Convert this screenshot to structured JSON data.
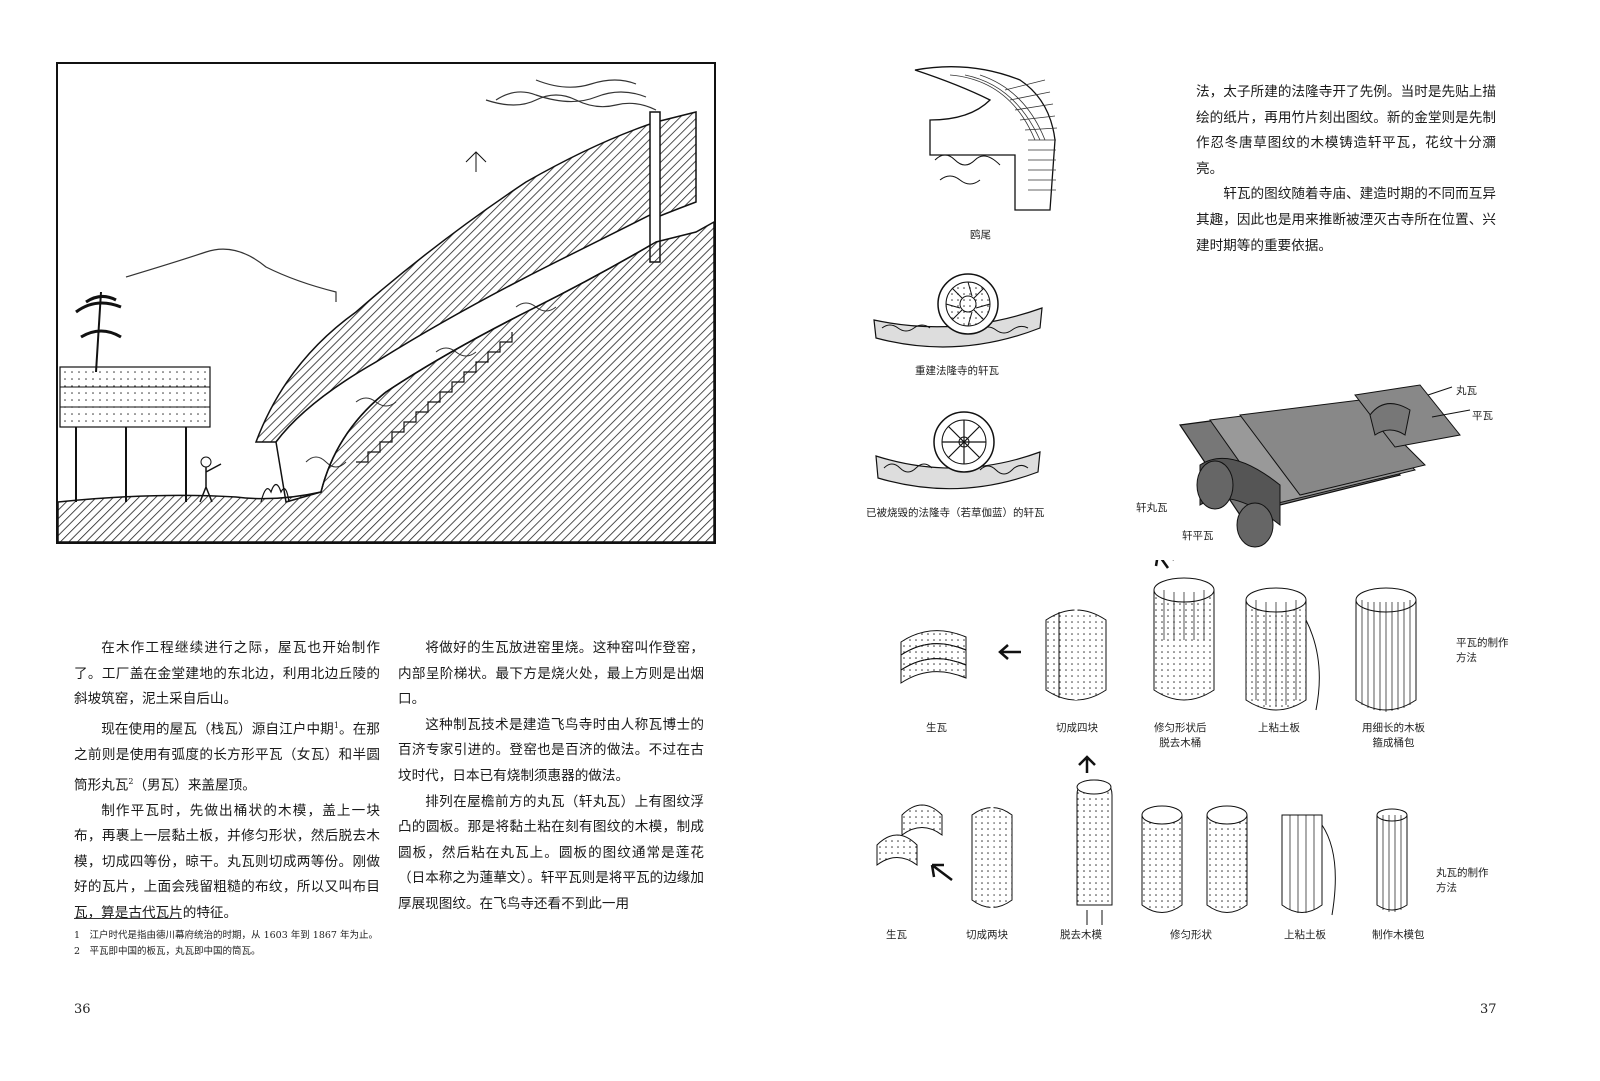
{
  "left_page": {
    "col1": [
      "在木作工程继续进行之际，屋瓦也开始制作了。工厂盖在金堂建地的东北边，利用北边丘陵的斜坡筑窑，泥土采自后山。",
      [
        "现在使用的屋瓦（栈瓦）源自江户中期",
        "1",
        "。在那之前则是使用有弧度的长方形平瓦（女瓦）和半圆筒形丸瓦",
        "2",
        "（男瓦）来盖屋顶。"
      ],
      "制作平瓦时，先做出桶状的木模，盖上一块布，再裹上一层黏土板，并修匀形状，然后脱去木模，切成四等份，晾干。丸瓦则切成两等份。刚做好的瓦片，上面会残留粗糙的布纹，所以又叫布目瓦，算是古代瓦片的特征。"
    ],
    "col2": [
      "将做好的生瓦放进窑里烧。这种窑叫作登窑，内部呈阶梯状。最下方是烧火处，最上方则是出烟口。",
      "这种制瓦技术是建造飞鸟寺时由人称瓦博士的百济专家引进的。登窑也是百济的做法。不过在古坟时代，日本已有烧制须惠器的做法。",
      "排列在屋檐前方的丸瓦（轩丸瓦）上有图纹浮凸的圆板。那是将黏土粘在刻有图纹的木模，制成圆板，然后粘在丸瓦上。圆板的图纹通常是莲花（日本称之为蓮華文）。轩平瓦则是将平瓦的边缘加厚展现图纹。在飞鸟寺还看不到此一用"
    ],
    "footnotes": [
      "1　江户时代是指由德川幕府统治的时期，从 1603 年到 1867 年为止。",
      "2　平瓦即中国的板瓦，丸瓦即中国的筒瓦。"
    ],
    "page_number": "36"
  },
  "right_page": {
    "text": [
      "法，太子所建的法隆寺开了先例。当时是先贴上描绘的纸片，再用竹片刻出图纹。新的金堂则是先制作忍冬唐草图纹的木模铸造轩平瓦，花纹十分瀰亮。",
      "轩瓦的图纹随着寺庙、建造时期的不同而互异其趣，因此也是用来推断被湮灭古寺所在位置、兴建时期等的重要依据。"
    ],
    "captions": {
      "chiwei": "鸥尾",
      "rebuilt": "重建法隆寺的轩瓦",
      "burned": "已被烧毁的法隆寺（若草伽蓝）的轩瓦"
    },
    "roof_labels": {
      "maru": "丸瓦",
      "hira": "平瓦",
      "nokimaru": "轩丸瓦",
      "nokihira": "轩平瓦"
    },
    "hira_method": {
      "title_line1": "平瓦的制作",
      "title_line2": "方法",
      "steps": [
        {
          "l1": "生瓦",
          "l2": ""
        },
        {
          "l1": "切成四块",
          "l2": ""
        },
        {
          "l1": "修匀形状后",
          "l2": "脱去木桶"
        },
        {
          "l1": "上粘土板",
          "l2": ""
        },
        {
          "l1": "用细长的木板",
          "l2": "箍成桶包"
        }
      ]
    },
    "maru_method": {
      "title_line1": "丸瓦的制作",
      "title_line2": "方法",
      "steps": [
        "生瓦",
        "切成两块",
        "脱去木模",
        "修匀形状",
        "上粘土板",
        "制作木模包"
      ]
    },
    "page_number": "37"
  }
}
